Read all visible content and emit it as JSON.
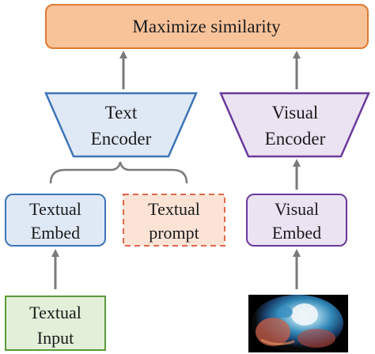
{
  "diagram": {
    "top_box": {
      "label": "Maximize similarity",
      "fill": "#f9c39a",
      "stroke": "#e07a32"
    },
    "text_encoder": {
      "line1": "Text",
      "line2": "Encoder",
      "fill": "#dfe9f5",
      "stroke": "#3d74b8"
    },
    "visual_encoder": {
      "line1": "Visual",
      "line2": "Encoder",
      "fill": "#ebe3f2",
      "stroke": "#6a3a9c"
    },
    "textual_embed": {
      "line1": "Textual",
      "line2": "Embed",
      "fill": "#dfe9f5",
      "stroke": "#3d74b8"
    },
    "textual_prompt": {
      "line1": "Textual",
      "line2": "prompt",
      "fill": "#fbe3d6",
      "stroke": "#e06a4a",
      "dashed": true
    },
    "visual_embed": {
      "line1": "Visual",
      "line2": "Embed",
      "fill": "#ebe3f2",
      "stroke": "#6a3a9c"
    },
    "textual_input": {
      "line1": "Textual",
      "line2": "Input",
      "fill": "#e2efd9",
      "stroke": "#5a9a3a"
    },
    "visual_input_image": {
      "description_icon": "endoscopy-image"
    },
    "arrow_color": "#7a7a7a",
    "brace_color": "#7a7a7a"
  }
}
